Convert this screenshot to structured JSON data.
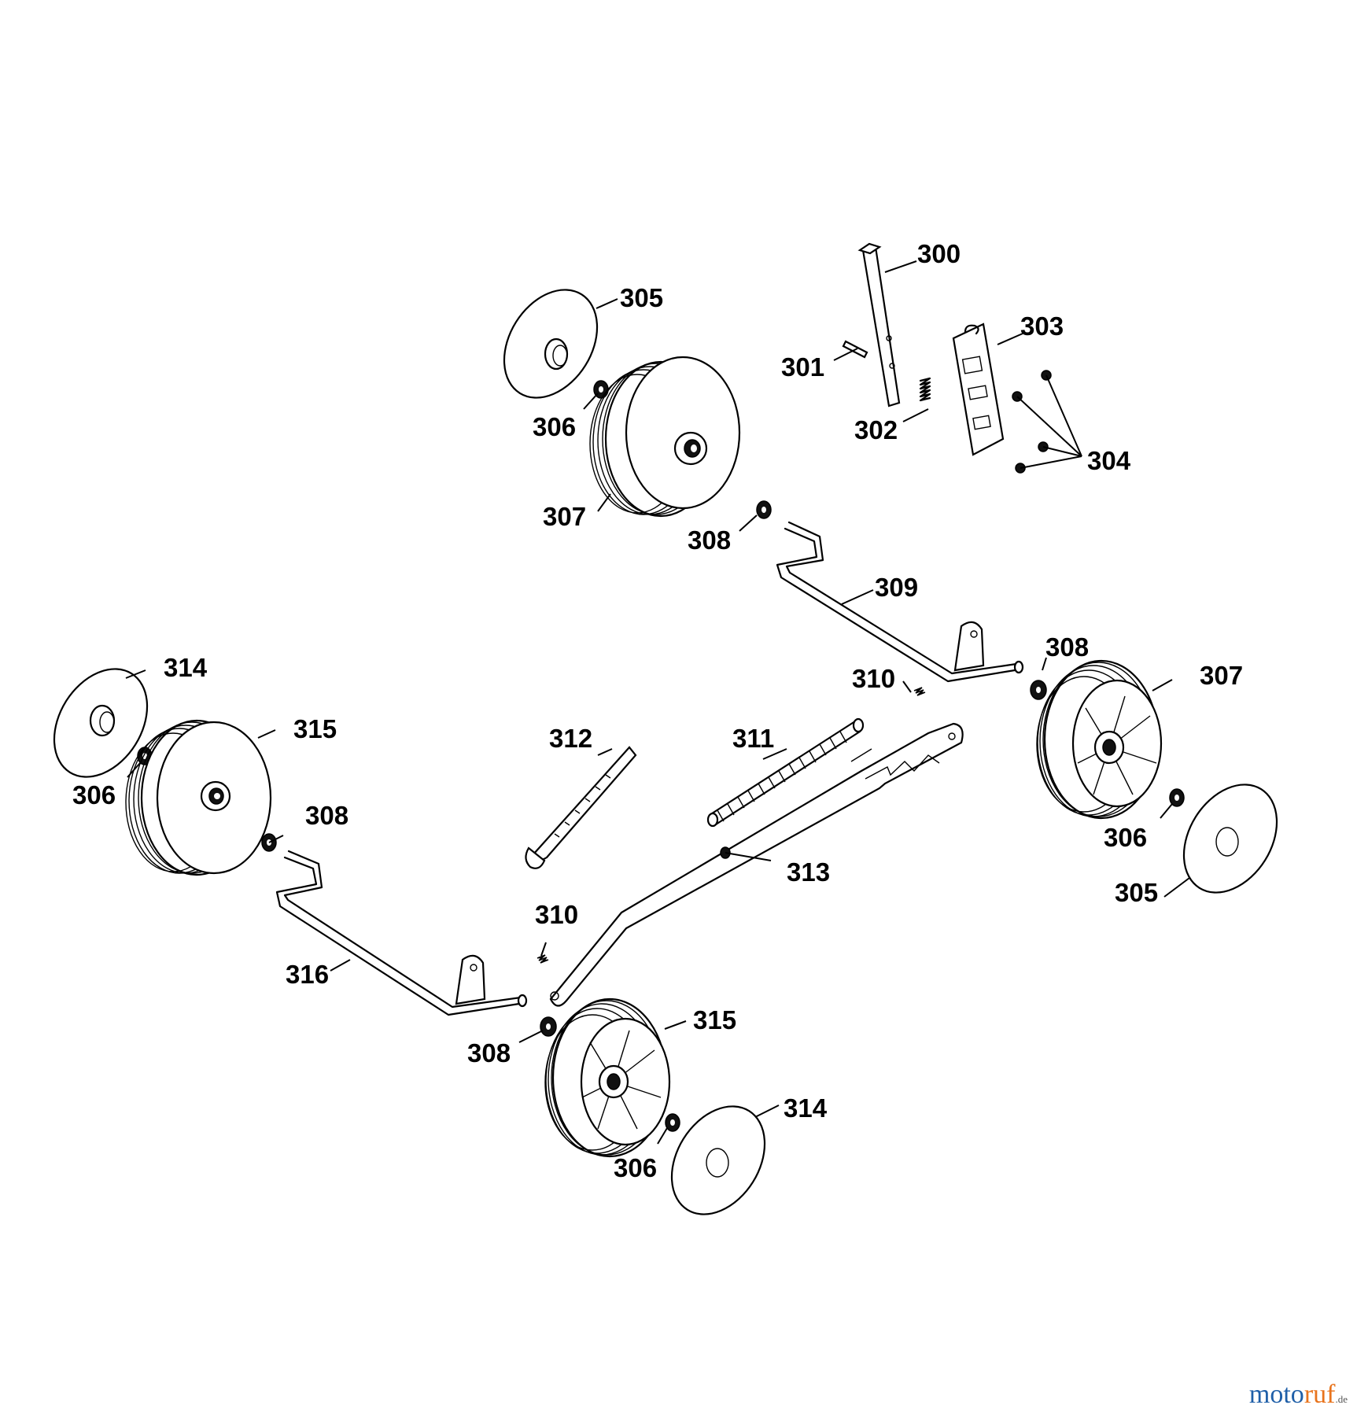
{
  "labels": {
    "l300": "300",
    "l301": "301",
    "l302": "302",
    "l303": "303",
    "l304": "304",
    "l305a": "305",
    "l305b": "305",
    "l306a": "306",
    "l306b": "306",
    "l306c": "306",
    "l306d": "306",
    "l307a": "307",
    "l307b": "307",
    "l308a": "308",
    "l308b": "308",
    "l308c": "308",
    "l308d": "308",
    "l309": "309",
    "l310a": "310",
    "l310b": "310",
    "l311": "311",
    "l312": "312",
    "l313": "313",
    "l314a": "314",
    "l314b": "314",
    "l315a": "315",
    "l315b": "315",
    "l316": "316"
  },
  "watermark": {
    "part1": "moto",
    "part2": "ruf",
    "part3": ".de"
  }
}
